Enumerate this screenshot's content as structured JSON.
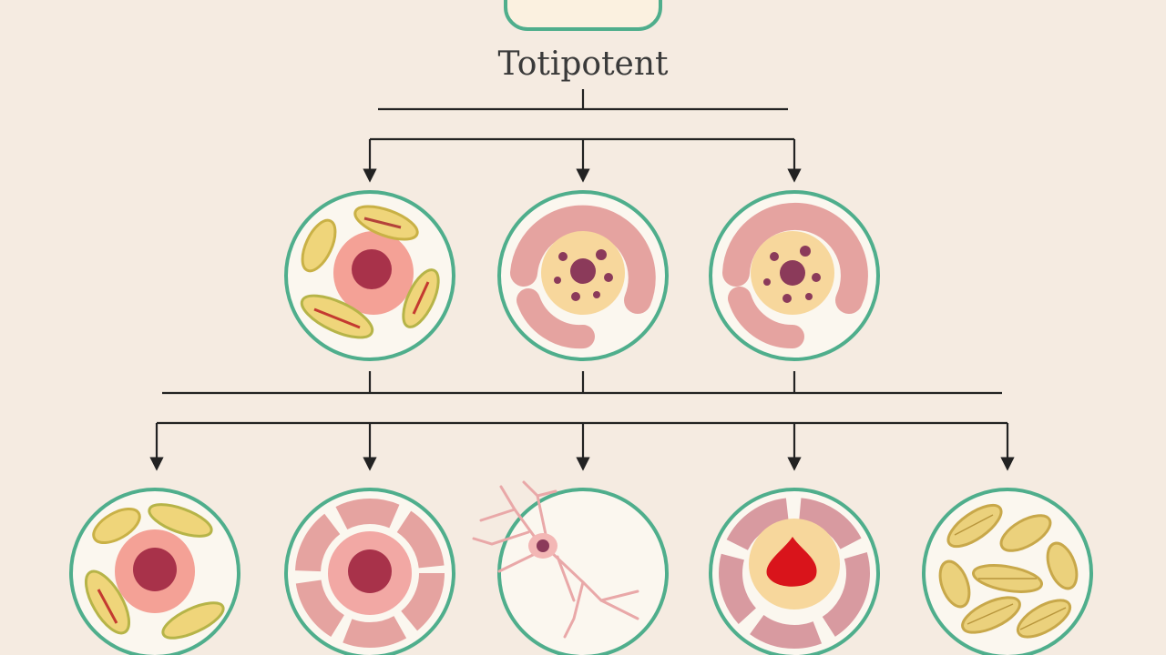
{
  "diagram": {
    "title": "Totipotent",
    "colors": {
      "background": "#f5ebe1",
      "cell_border": "#4fae8c",
      "cell_fill": "#fbf7ef",
      "line": "#222222"
    },
    "top_cell": {
      "name": "totipotent-cell"
    },
    "middle_row": [
      {
        "name": "stem-cell-1",
        "kind": "yellow-organelles"
      },
      {
        "name": "stem-cell-2",
        "kind": "pink-ring"
      },
      {
        "name": "stem-cell-3",
        "kind": "pink-ring"
      }
    ],
    "bottom_row": [
      {
        "name": "cell-type-1",
        "kind": "yellow-organelles"
      },
      {
        "name": "cell-type-2",
        "kind": "pink-segments"
      },
      {
        "name": "cell-type-3",
        "kind": "neuron"
      },
      {
        "name": "cell-type-4",
        "kind": "red-nucleus"
      },
      {
        "name": "cell-type-5",
        "kind": "yellow-fibers"
      }
    ]
  }
}
